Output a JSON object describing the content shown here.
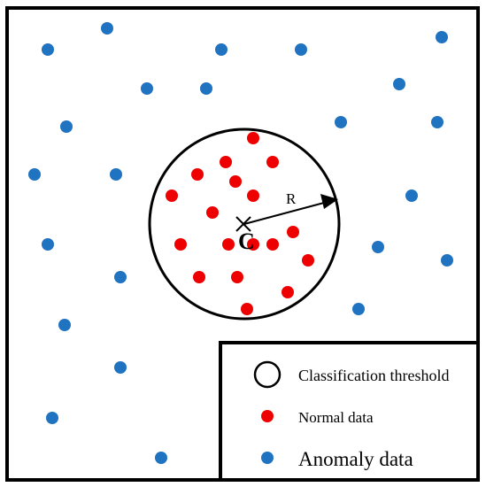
{
  "diagram": {
    "center_label": "C",
    "radius_label": "R",
    "center_marker": "cross-icon"
  },
  "colors": {
    "normal": "#ee0000",
    "anomaly": "#1f73c0",
    "stroke": "#000000",
    "background": "#ffffff"
  },
  "legend": {
    "items": [
      {
        "label": "Classification threshold",
        "symbol": "circle-outline-icon"
      },
      {
        "label": "Normal data",
        "symbol": "red-dot-icon"
      },
      {
        "label": "Anomaly data",
        "symbol": "blue-dot-icon"
      }
    ]
  }
}
